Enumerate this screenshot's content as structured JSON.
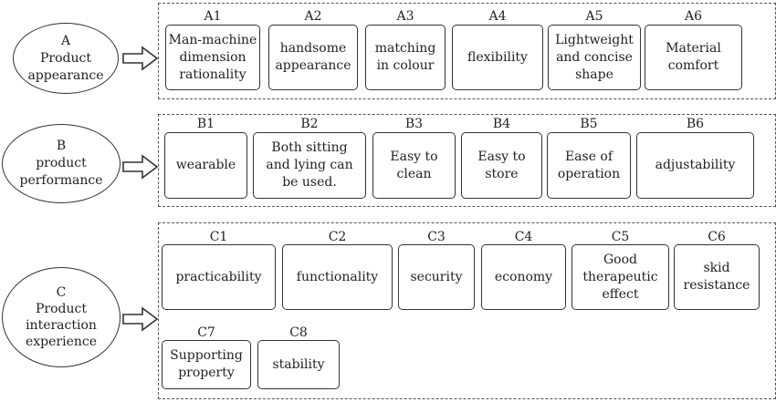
{
  "groups": [
    {
      "ellipse": "A\nProduct\nappearance",
      "items": [
        {
          "code": "A1",
          "label": "Man-machine\ndimension\nrationality"
        },
        {
          "code": "A2",
          "label": "handsome\nappearance"
        },
        {
          "code": "A3",
          "label": "matching\nin colour"
        },
        {
          "code": "A4",
          "label": "flexibility"
        },
        {
          "code": "A5",
          "label": "Lightweight\nand concise\nshape"
        },
        {
          "code": "A6",
          "label": "Material\ncomfort"
        }
      ]
    },
    {
      "ellipse": "B\nproduct\nperformance",
      "items": [
        {
          "code": "B1",
          "label": "wearable"
        },
        {
          "code": "B2",
          "label": "Both sitting\nand lying can\nbe used."
        },
        {
          "code": "B3",
          "label": "Easy to\nclean"
        },
        {
          "code": "B4",
          "label": "Easy to\nstore"
        },
        {
          "code": "B5",
          "label": "Ease of\noperation"
        },
        {
          "code": "B6",
          "label": "adjustability"
        }
      ]
    },
    {
      "ellipse": "C\nProduct\ninteraction\nexperience",
      "items": [
        {
          "code": "C1",
          "label": "practicability"
        },
        {
          "code": "C2",
          "label": "functionality"
        },
        {
          "code": "C3",
          "label": "security"
        },
        {
          "code": "C4",
          "label": "economy"
        },
        {
          "code": "C5",
          "label": "Good\ntherapeutic\neffect"
        },
        {
          "code": "C6",
          "label": "skid\nresistance"
        },
        {
          "code": "C7",
          "label": "Supporting\nproperty"
        },
        {
          "code": "C8",
          "label": "stability"
        }
      ]
    }
  ]
}
